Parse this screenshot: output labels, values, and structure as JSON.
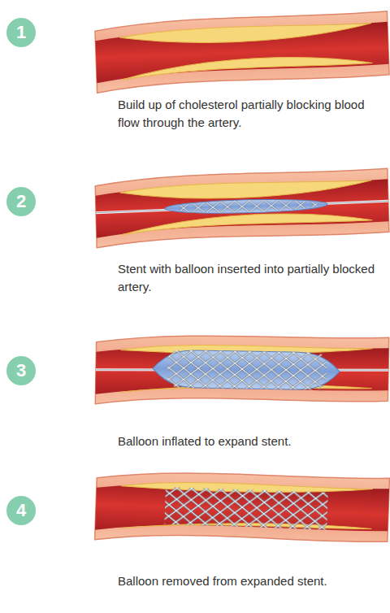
{
  "diagram": {
    "nodes": [
      {
        "text": [
          "1"
        ]
      },
      {
        "text": [
          "2"
        ]
      },
      {
        "text": [
          "3"
        ]
      },
      {
        "text": [
          "4"
        ]
      }
    ],
    "labels": [
      "Build up of cholesterol partially blocking blood flow through the artery.",
      "Stent with balloon inserted into partially blocked artery.",
      "Balloon inflated to expand stent.",
      "Balloon removed from expanded stent."
    ]
  }
}
